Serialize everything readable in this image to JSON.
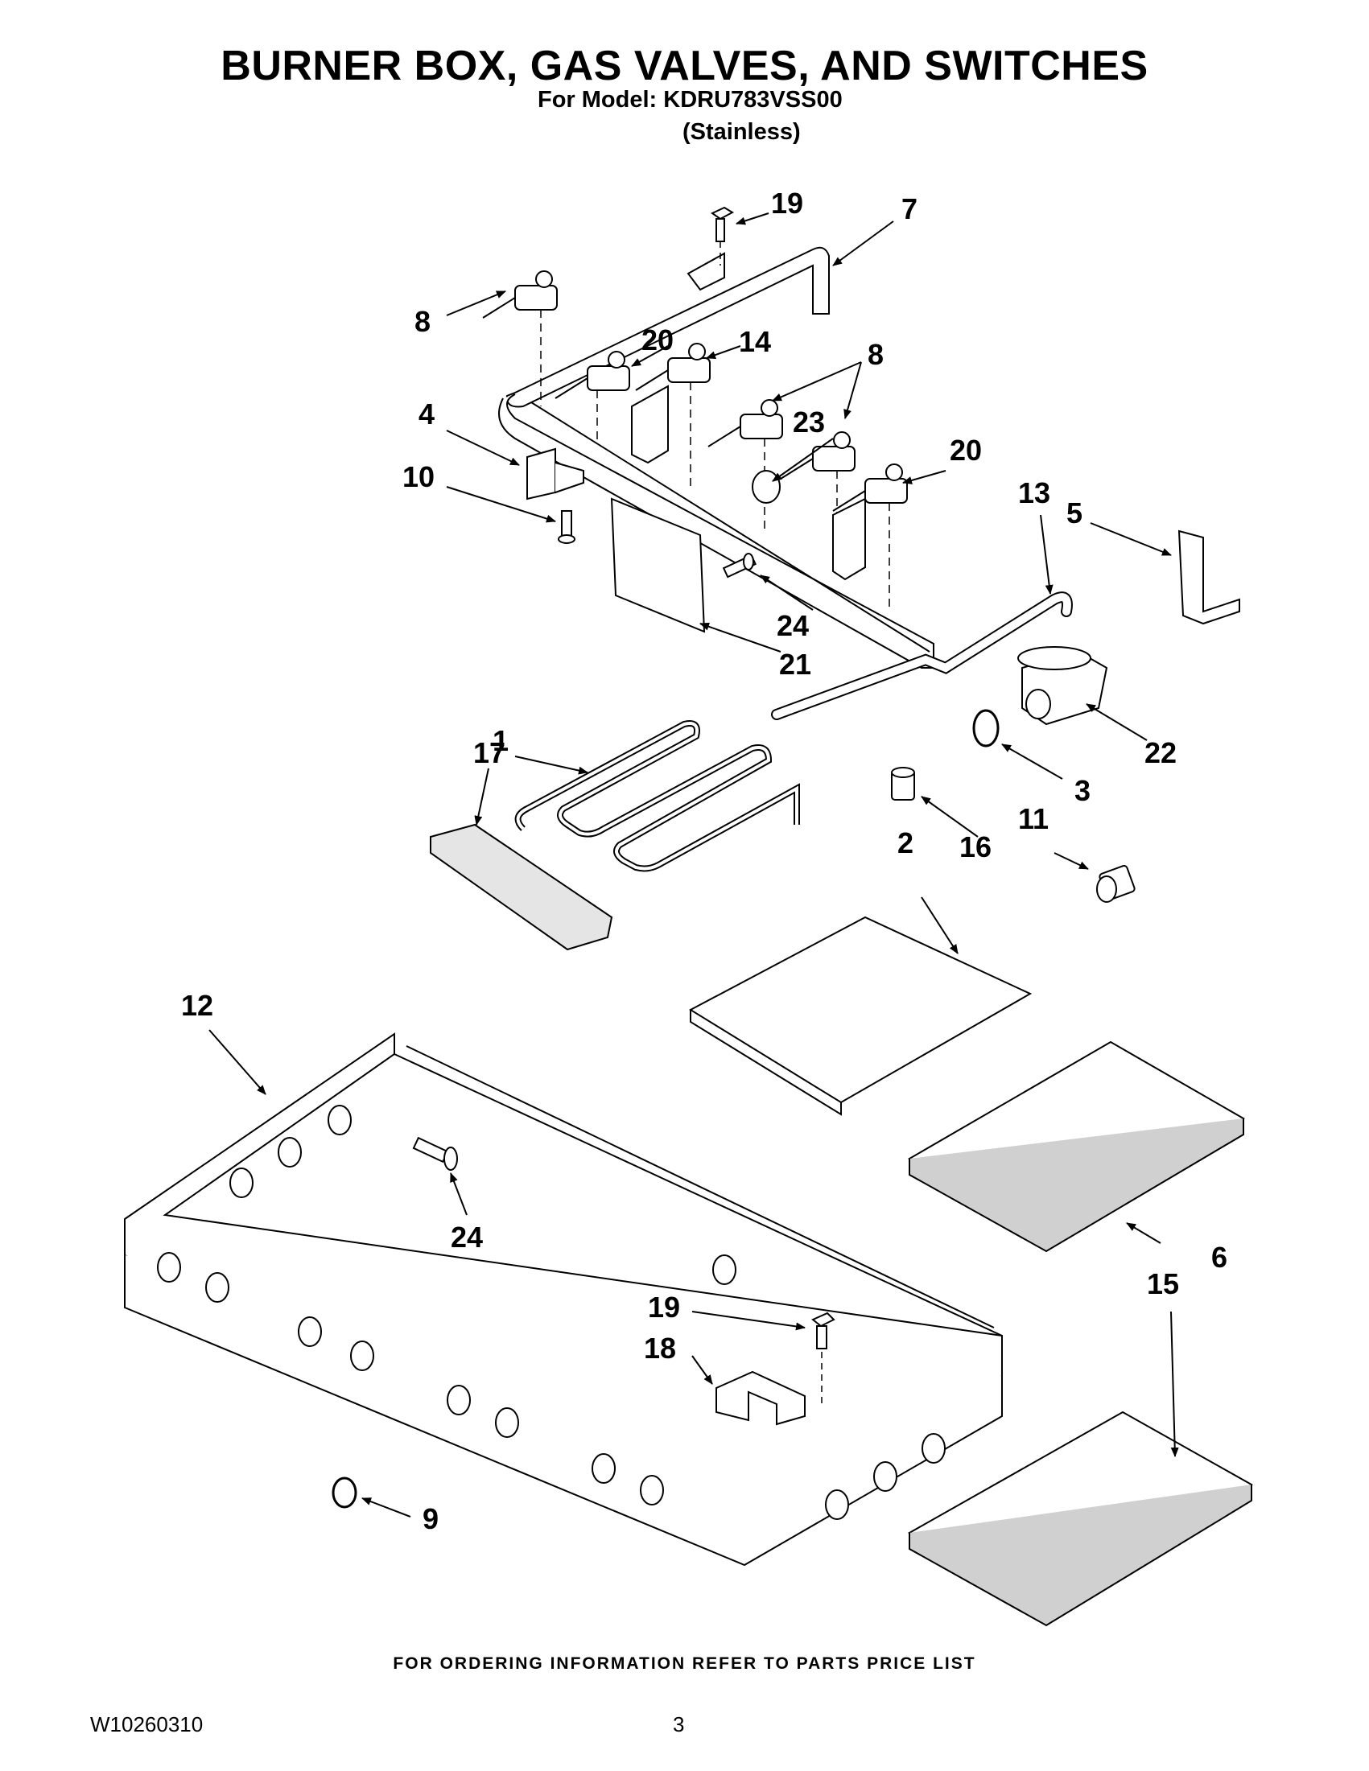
{
  "header": {
    "title": "BURNER BOX, GAS VALVES, AND SWITCHES",
    "model_line": "For Model: KDRU783VSS00",
    "variant": "(Stainless)"
  },
  "callouts": {
    "c1": "1",
    "c2": "2",
    "c3": "3",
    "c4": "4",
    "c5": "5",
    "c6": "6",
    "c7": "7",
    "c8a": "8",
    "c8b": "8",
    "c9": "9",
    "c10": "10",
    "c11": "11",
    "c12": "12",
    "c13": "13",
    "c14": "14",
    "c15": "15",
    "c16": "16",
    "c17": "17",
    "c18": "18",
    "c19a": "19",
    "c19b": "19",
    "c20a": "20",
    "c20b": "20",
    "c21": "21",
    "c22": "22",
    "c23": "23",
    "c24a": "24",
    "c24b": "24"
  },
  "footer": {
    "note": "FOR ORDERING INFORMATION REFER TO PARTS PRICE LIST",
    "doc_number": "W10260310",
    "page": "3"
  }
}
